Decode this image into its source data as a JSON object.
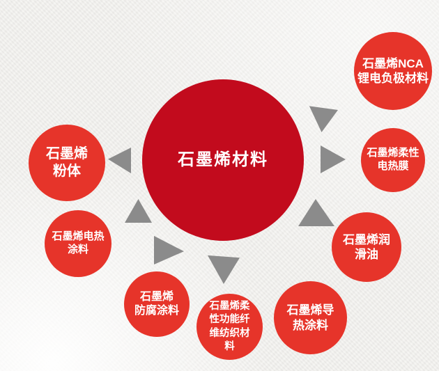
{
  "diagram": {
    "center_label": "石墨烯材料",
    "nodes": [
      {
        "id": "nca-lithium-anode",
        "label": "石墨烯NCA\n锂电负极材料"
      },
      {
        "id": "flexible-heating-film",
        "label": "石墨烯柔性\n电热膜"
      },
      {
        "id": "lubricant-oil",
        "label": "石墨烯润\n滑油"
      },
      {
        "id": "thermal-coating",
        "label": "石墨烯导\n热涂料"
      },
      {
        "id": "flexible-fiber-textile",
        "label": "石墨烯柔\n性功能纤\n维纺织材\n料"
      },
      {
        "id": "anticorrosion-coating",
        "label": "石墨烯\n防腐涂料"
      },
      {
        "id": "electric-heating-coating",
        "label": "石墨烯电热\n涂料"
      },
      {
        "id": "powder",
        "label": "石墨烯\n粉体"
      }
    ],
    "arrows": [
      {
        "name": "arrow-top-right",
        "direction": "down"
      },
      {
        "name": "arrow-right",
        "direction": "right"
      },
      {
        "name": "arrow-bottom-right",
        "direction": "up"
      },
      {
        "name": "arrow-bottom",
        "direction": "down"
      },
      {
        "name": "arrow-bottom-left",
        "direction": "right"
      },
      {
        "name": "arrow-left-lower",
        "direction": "up"
      },
      {
        "name": "arrow-left",
        "direction": "left"
      }
    ],
    "colors": {
      "center_circle": "#c20b1d",
      "node_circle": "#e6342a",
      "arrow_gray": "#8b8b8b",
      "background": "#f0efec",
      "text": "#ffffff"
    }
  }
}
